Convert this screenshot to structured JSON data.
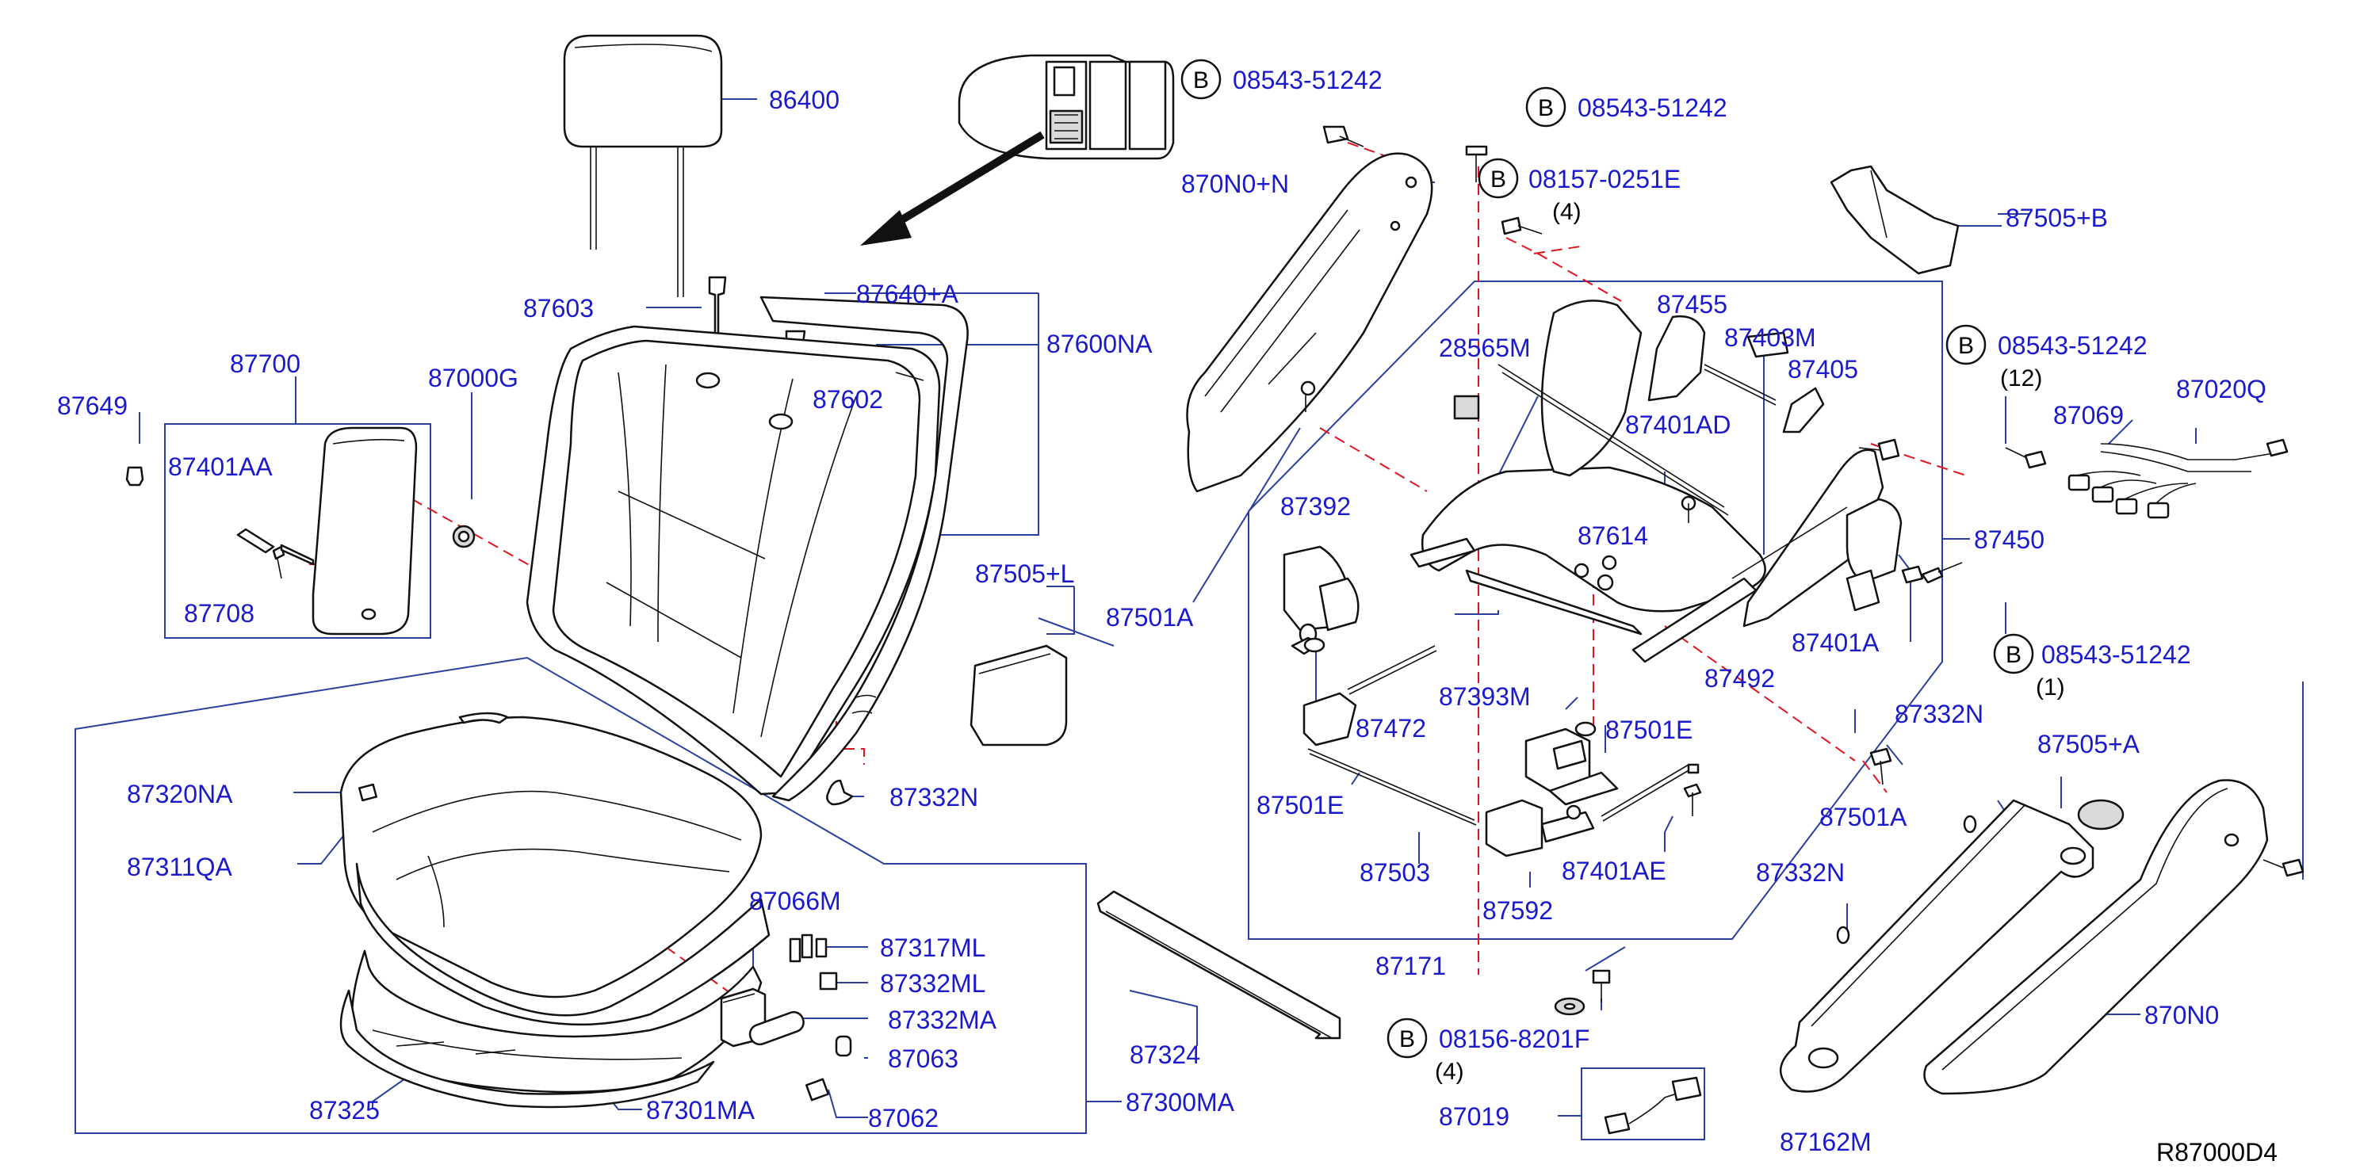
{
  "diagram_id": "R87000D4",
  "labels": [
    {
      "id": "l-86400",
      "text": "86400"
    },
    {
      "id": "l-87603",
      "text": "87603"
    },
    {
      "id": "l-87640A",
      "text": "87640+A"
    },
    {
      "id": "l-87600NA",
      "text": "87600NA"
    },
    {
      "id": "l-87602",
      "text": "87602"
    },
    {
      "id": "l-87700",
      "text": "87700"
    },
    {
      "id": "l-87000G",
      "text": "87000G"
    },
    {
      "id": "l-87649",
      "text": "87649"
    },
    {
      "id": "l-87401AA",
      "text": "87401AA"
    },
    {
      "id": "l-87708",
      "text": "87708"
    },
    {
      "id": "l-87505L",
      "text": "87505+L"
    },
    {
      "id": "l-87501A-1",
      "text": "87501A"
    },
    {
      "id": "l-87320NA",
      "text": "87320NA"
    },
    {
      "id": "l-87311QA",
      "text": "87311QA"
    },
    {
      "id": "l-87332N-1",
      "text": "87332N"
    },
    {
      "id": "l-87066M",
      "text": "87066M"
    },
    {
      "id": "l-87317ML",
      "text": "87317ML"
    },
    {
      "id": "l-87332ML",
      "text": "87332ML"
    },
    {
      "id": "l-87332MA",
      "text": "87332MA"
    },
    {
      "id": "l-87063",
      "text": "87063"
    },
    {
      "id": "l-87062",
      "text": "87062"
    },
    {
      "id": "l-87325",
      "text": "87325"
    },
    {
      "id": "l-87301MA",
      "text": "87301MA"
    },
    {
      "id": "l-87300MA",
      "text": "87300MA"
    },
    {
      "id": "l-87324",
      "text": "87324"
    },
    {
      "id": "l-08543-1",
      "text": "08543-51242"
    },
    {
      "id": "l-870N0N",
      "text": "870N0+N"
    },
    {
      "id": "l-08543-2",
      "text": "08543-51242"
    },
    {
      "id": "l-08157",
      "text": "08157-0251E"
    },
    {
      "id": "l-q4a",
      "text": "(4)"
    },
    {
      "id": "l-87505B",
      "text": "87505+B"
    },
    {
      "id": "l-87455",
      "text": "87455"
    },
    {
      "id": "l-28565M",
      "text": "28565M"
    },
    {
      "id": "l-87403M",
      "text": "87403M"
    },
    {
      "id": "l-87405",
      "text": "87405"
    },
    {
      "id": "l-87401AD",
      "text": "87401AD"
    },
    {
      "id": "l-08543-3",
      "text": "08543-51242"
    },
    {
      "id": "l-q12",
      "text": "(12)"
    },
    {
      "id": "l-87069",
      "text": "87069"
    },
    {
      "id": "l-87020Q",
      "text": "87020Q"
    },
    {
      "id": "l-87392",
      "text": "87392"
    },
    {
      "id": "l-87614",
      "text": "87614"
    },
    {
      "id": "l-87450",
      "text": "87450"
    },
    {
      "id": "l-87401A",
      "text": "87401A"
    },
    {
      "id": "l-87492",
      "text": "87492"
    },
    {
      "id": "l-87472",
      "text": "87472"
    },
    {
      "id": "l-87393M",
      "text": "87393M"
    },
    {
      "id": "l-87501E-1",
      "text": "87501E"
    },
    {
      "id": "l-87501E-2",
      "text": "87501E"
    },
    {
      "id": "l-87332N-2",
      "text": "87332N"
    },
    {
      "id": "l-87501A-2",
      "text": "87501A"
    },
    {
      "id": "l-08543-4",
      "text": "08543-51242"
    },
    {
      "id": "l-q1",
      "text": "(1)"
    },
    {
      "id": "l-87505A",
      "text": "87505+A"
    },
    {
      "id": "l-87503",
      "text": "87503"
    },
    {
      "id": "l-87401AE",
      "text": "87401AE"
    },
    {
      "id": "l-87592",
      "text": "87592"
    },
    {
      "id": "l-87332N-3",
      "text": "87332N"
    },
    {
      "id": "l-87171",
      "text": "87171"
    },
    {
      "id": "l-08156",
      "text": "08156-8201F"
    },
    {
      "id": "l-q4b",
      "text": "(4)"
    },
    {
      "id": "l-87019",
      "text": "87019"
    },
    {
      "id": "l-870N0",
      "text": "870N0"
    },
    {
      "id": "l-87162M",
      "text": "87162M"
    }
  ],
  "bolt_marker": "B",
  "colors": {
    "label": "#1a1acc",
    "leader": "#2a3f9e",
    "dashed": "#e0141e",
    "part": "#111111"
  }
}
